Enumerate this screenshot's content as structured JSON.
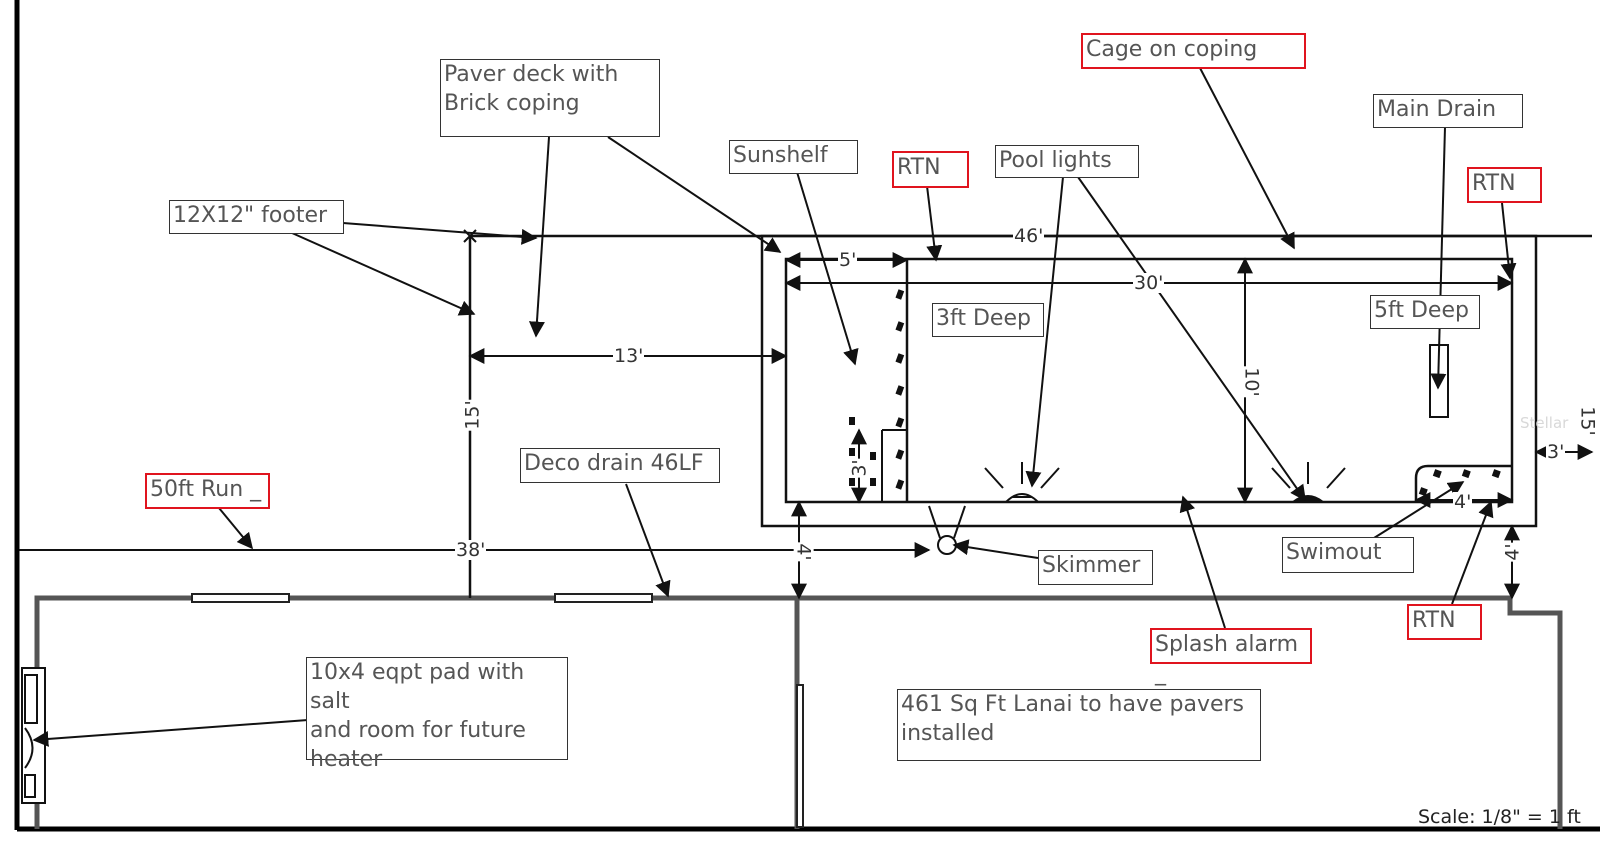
{
  "callouts": {
    "paver_deck": "Paver deck with\nBrick coping",
    "cage": "Cage on coping",
    "main_drain": "Main Drain",
    "sunshelf": "Sunshelf",
    "rtn_top": "RTN",
    "pool_lights": "Pool lights",
    "rtn_right": "RTN",
    "footer": "12X12\" footer",
    "three_ft_deep": "3ft Deep",
    "five_ft_deep": "5ft Deep",
    "deco_drain": "Deco drain 46LF",
    "run": "50ft Run _",
    "skimmer": "Skimmer",
    "swimout": "Swimout",
    "rtn_bottom": "RTN",
    "splash_alarm": "Splash alarm _",
    "eqpt_pad": "10x4 eqpt pad with salt\nand room for future\nheater",
    "lanai": "461 Sq Ft Lanai to have pavers\ninstalled"
  },
  "dimensions": {
    "d46": "46'",
    "d5": "5'",
    "d30": "30'",
    "d13": "13'",
    "d15": "15'",
    "d10": "10'",
    "d3_side": "3'",
    "d3_shelf": "3'",
    "d38": "38'",
    "d4_left": "4'",
    "d4_swimout": "4'",
    "d4_right": "4'",
    "d15_right": "15'"
  },
  "scale": "Scale: 1/8\" = 1 ft",
  "watermark": "Stellar"
}
